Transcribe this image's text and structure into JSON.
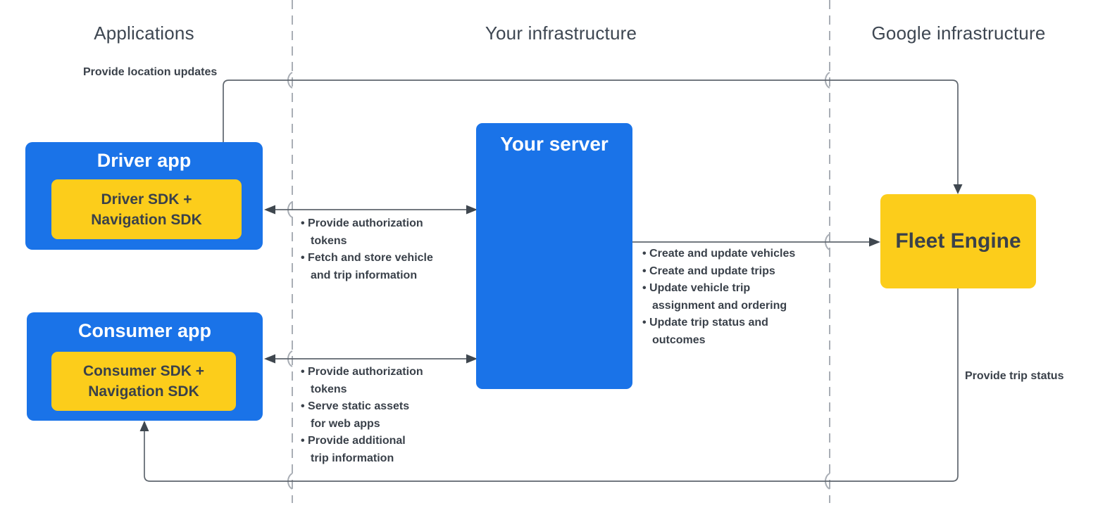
{
  "headers": {
    "applications": "Applications",
    "your_infrastructure": "Your infrastructure",
    "google_infrastructure": "Google infrastructure"
  },
  "boxes": {
    "driver_app": {
      "title": "Driver app",
      "sdk": "Driver SDK +\nNavigation SDK"
    },
    "consumer_app": {
      "title": "Consumer app",
      "sdk": "Consumer SDK +\nNavigation SDK"
    },
    "your_server": {
      "title": "Your server"
    },
    "fleet_engine": {
      "title": "Fleet Engine"
    }
  },
  "edge_labels": {
    "provide_location_updates": "Provide location updates",
    "provide_trip_status": "Provide trip status"
  },
  "lists": {
    "driver_server": {
      "items": [
        "Provide authorization\ntokens",
        "Fetch and store vehicle\nand trip information"
      ]
    },
    "consumer_server": {
      "items": [
        "Provide authorization\ntokens",
        "Serve static assets\nfor web apps",
        "Provide additional\ntrip information"
      ]
    },
    "server_fleet": {
      "items": [
        "Create and update vehicles",
        "Create and update trips",
        "Update vehicle trip\nassignment and ordering",
        "Update trip status and\noutcomes"
      ]
    }
  },
  "colors": {
    "blue": "#1a73e8",
    "yellow": "#fccd1b",
    "header-text": "#3e4752",
    "dark-text": "#3a414a",
    "line": "#5f666e",
    "arrowhead": "#3f474f",
    "dashed": "#a9aeb5",
    "white": "#ffffff"
  }
}
